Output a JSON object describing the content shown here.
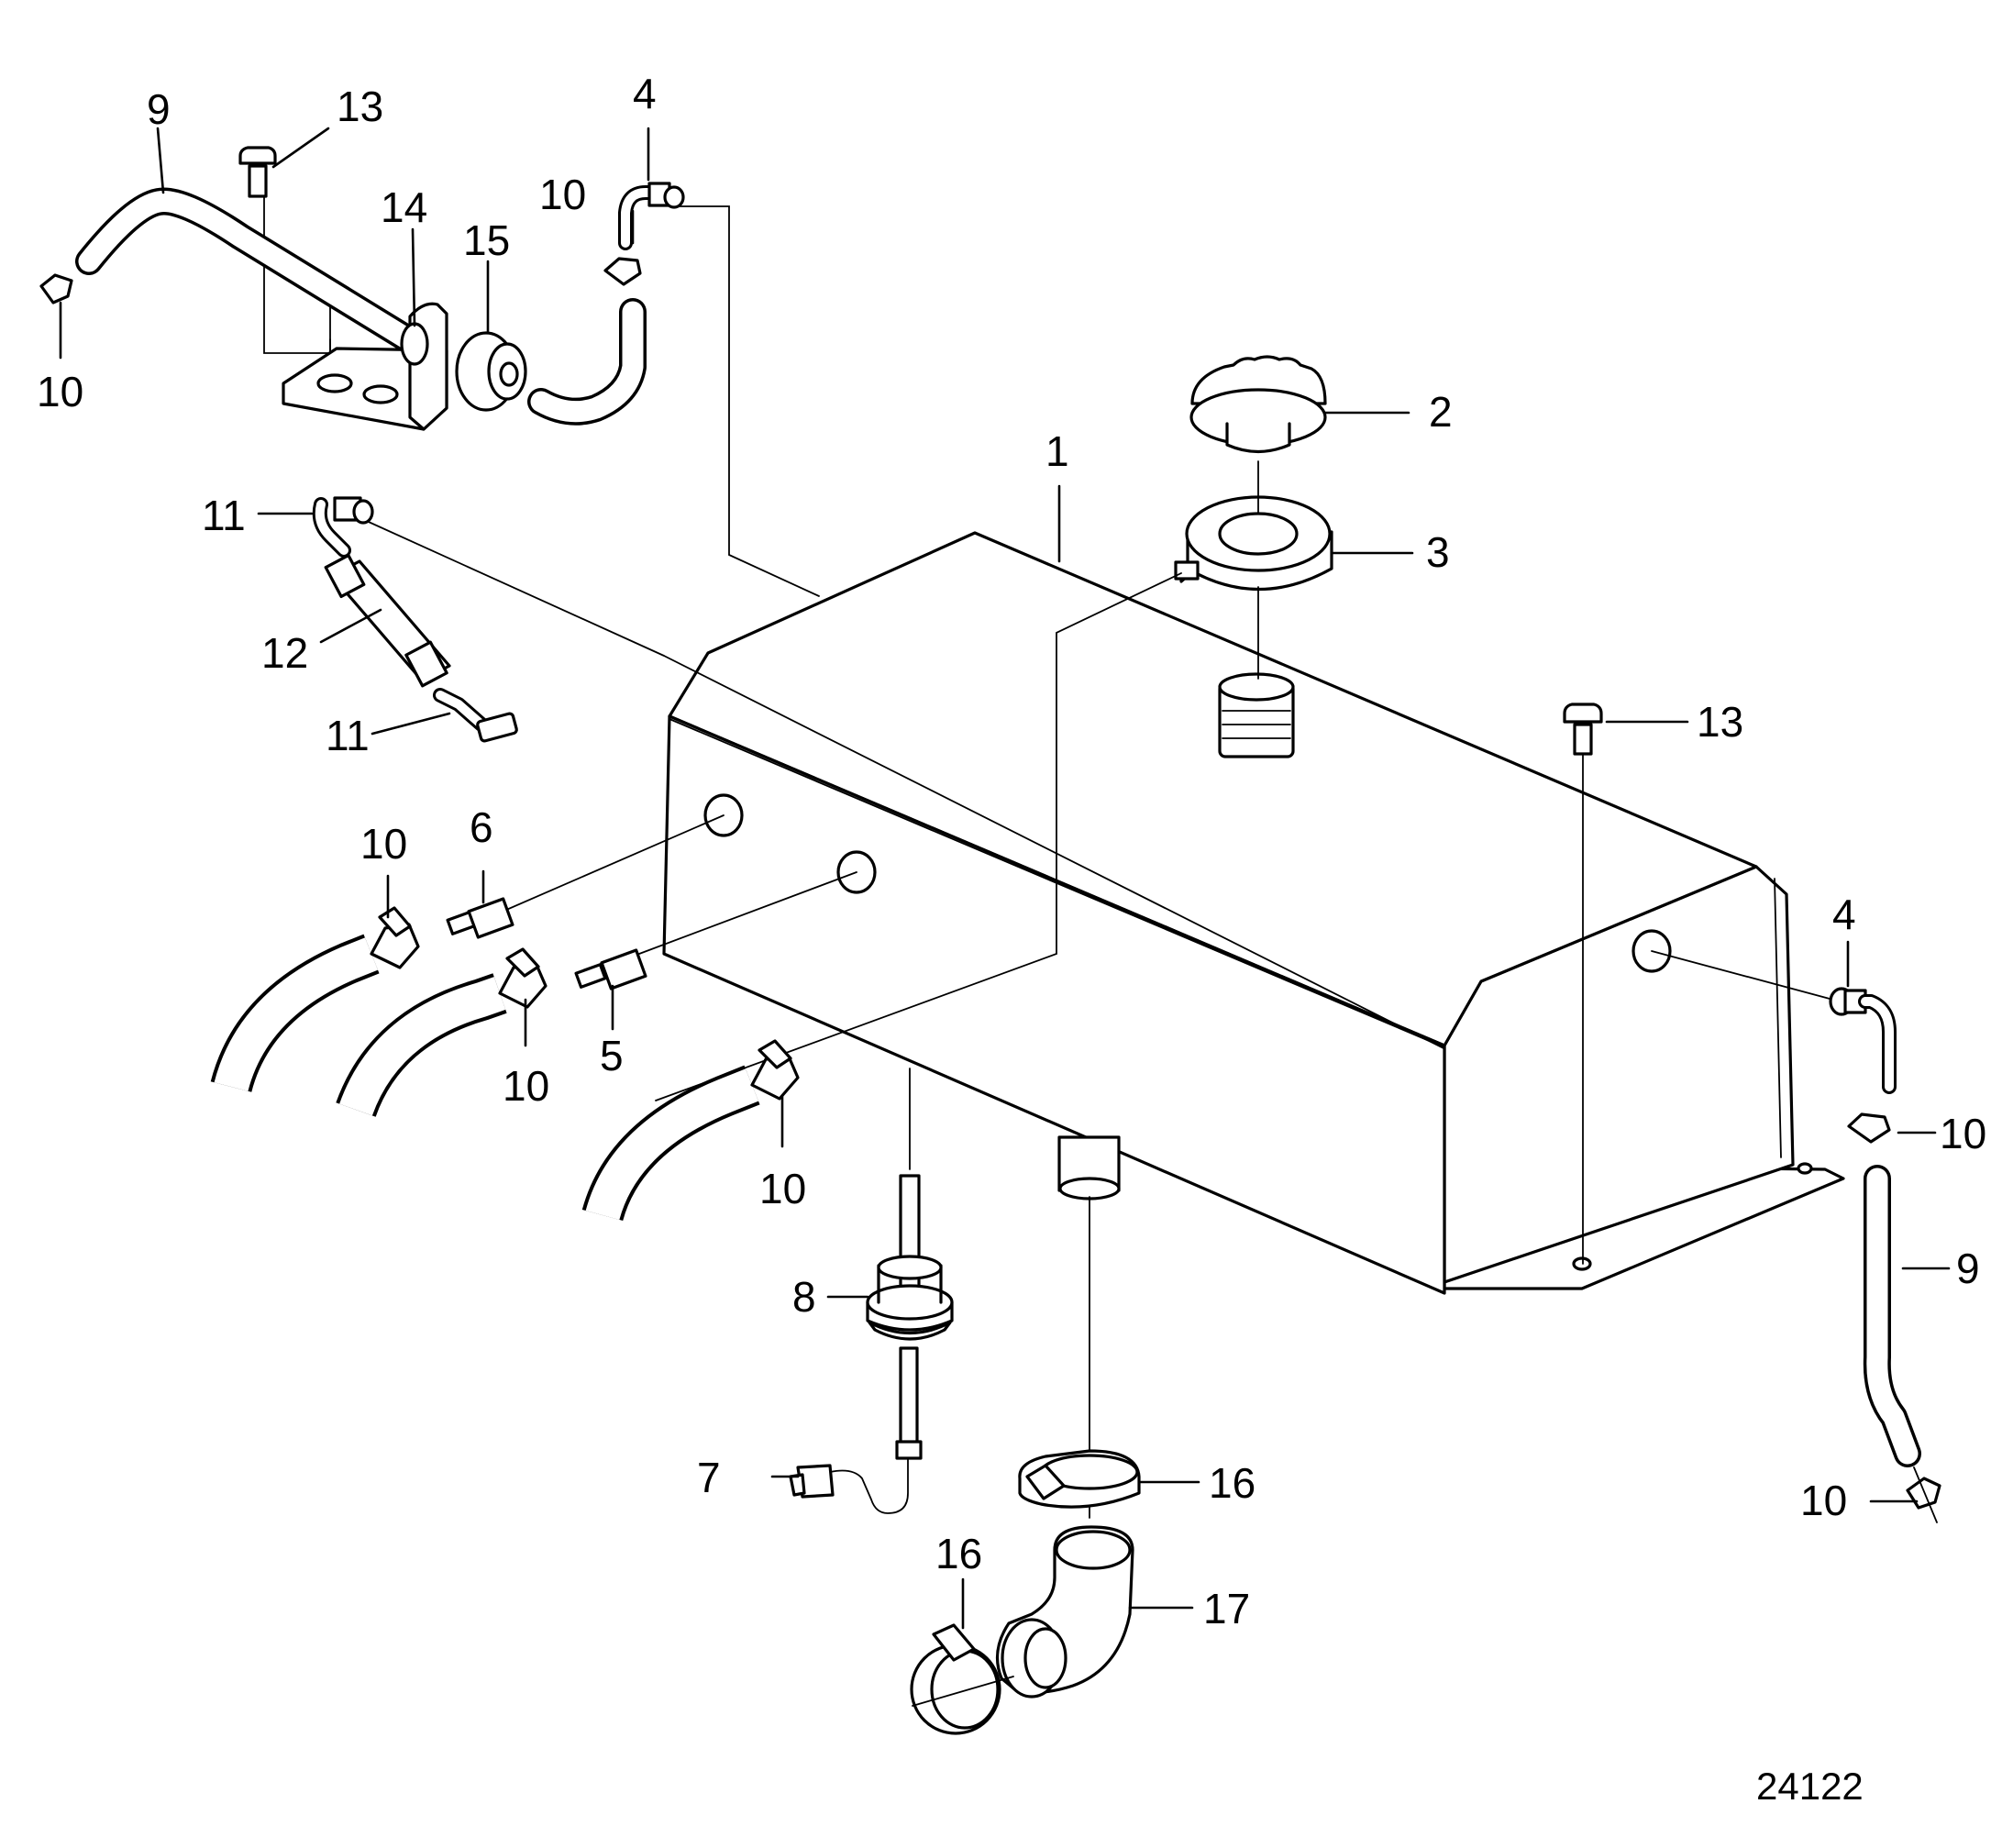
{
  "labels": [
    {
      "id": "part-label-1",
      "text": "1"
    },
    {
      "id": "part-label-2",
      "text": "2"
    },
    {
      "id": "part-label-3",
      "text": "3"
    },
    {
      "id": "part-label-4-top",
      "text": "4"
    },
    {
      "id": "part-label-4-right",
      "text": "4"
    },
    {
      "id": "part-label-5",
      "text": "5"
    },
    {
      "id": "part-label-6",
      "text": "6"
    },
    {
      "id": "part-label-7",
      "text": "7"
    },
    {
      "id": "part-label-8",
      "text": "8"
    },
    {
      "id": "part-label-9-top",
      "text": "9"
    },
    {
      "id": "part-label-9-right",
      "text": "9"
    },
    {
      "id": "part-label-10-top-left",
      "text": "10"
    },
    {
      "id": "part-label-10-top-mid",
      "text": "10"
    },
    {
      "id": "part-label-10-left-a",
      "text": "10"
    },
    {
      "id": "part-label-10-left-b",
      "text": "10"
    },
    {
      "id": "part-label-10-left-c",
      "text": "10"
    },
    {
      "id": "part-label-10-right-a",
      "text": "10"
    },
    {
      "id": "part-label-10-right-b",
      "text": "10"
    },
    {
      "id": "part-label-11-top",
      "text": "11"
    },
    {
      "id": "part-label-11-bottom",
      "text": "11"
    },
    {
      "id": "part-label-12",
      "text": "12"
    },
    {
      "id": "part-label-13-top",
      "text": "13"
    },
    {
      "id": "part-label-13-right",
      "text": "13"
    },
    {
      "id": "part-label-14",
      "text": "14"
    },
    {
      "id": "part-label-15",
      "text": "15"
    },
    {
      "id": "part-label-16-right",
      "text": "16"
    },
    {
      "id": "part-label-16-left",
      "text": "16"
    },
    {
      "id": "part-label-17",
      "text": "17"
    }
  ],
  "reference_number": "24122"
}
